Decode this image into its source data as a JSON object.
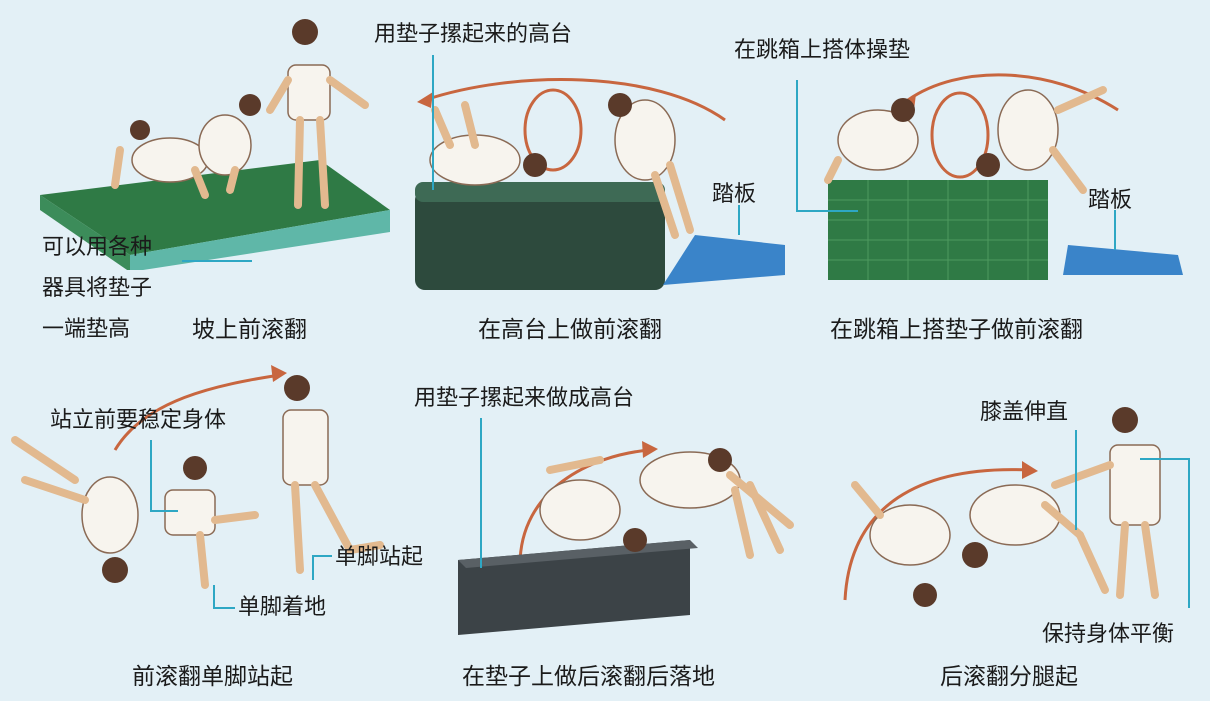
{
  "top_row": {
    "panel1": {
      "note_lines": [
        "可以用各种",
        "器具将垫子",
        "一端垫高"
      ],
      "caption": "坡上前滚翻"
    },
    "panel2": {
      "callout": "用垫子摞起来的高台",
      "board_label": "踏板",
      "caption": "在高台上做前滚翻"
    },
    "panel3": {
      "callout": "在跳箱上搭体操垫",
      "board_label": "踏板",
      "caption": "在跳箱上搭垫子做前滚翻"
    }
  },
  "bottom_row": {
    "panel4": {
      "callout_stand": "站立前要稳定身体",
      "callout_rise": "单脚站起",
      "callout_land": "单脚着地",
      "caption": "前滚翻单脚站起"
    },
    "panel5": {
      "callout": "用垫子摞起来做成高台",
      "caption": "在垫子上做后滚翻后落地"
    },
    "panel6": {
      "callout_knee": "膝盖伸直",
      "callout_balance": "保持身体平衡",
      "caption": "后滚翻分腿起"
    }
  },
  "colors": {
    "background": "#e3f0f6",
    "leader_line": "#2ea7c4",
    "motion_arrow": "#c8663f",
    "mat_green": "#2f7a45",
    "mat_dark": "#2d4a3d",
    "board_blue": "#3a84c9",
    "mat_gray": "#3c4347"
  }
}
